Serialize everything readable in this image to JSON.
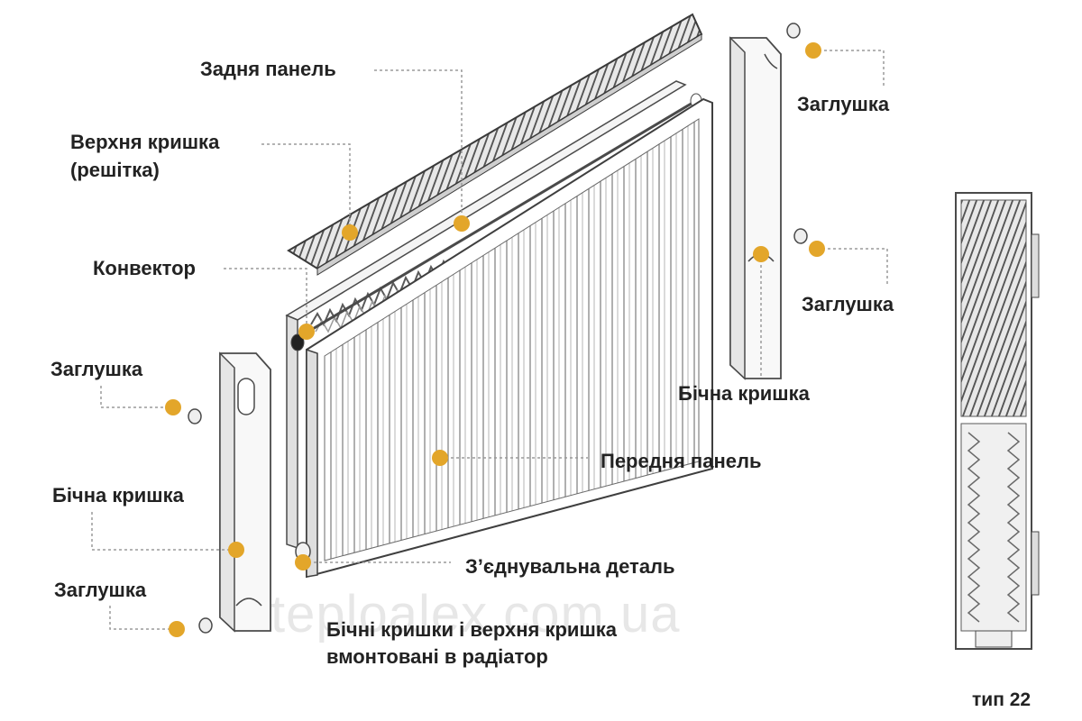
{
  "labels": {
    "back_panel": "Задня панель",
    "top_cover_line1": "Верхня кришка",
    "top_cover_line2": "(решітка)",
    "convector": "Конвектор",
    "plug_left_top": "Заглушка",
    "side_cover_left": "Бічна кришка",
    "plug_left_bottom": "Заглушка",
    "plug_right_top": "Заглушка",
    "plug_right_middle": "Заглушка",
    "side_cover_right": "Бічна кришка",
    "front_panel": "Передня панель",
    "connector": "З’єднувальна деталь",
    "note_line1": "Бічні кришки і верхня кришка",
    "note_line2": "вмонтовані в радіатор",
    "type": "тип 22"
  },
  "watermark": "teploalex.com.ua",
  "colors": {
    "marker": "#E3A62A",
    "leader": "#9a9a9a",
    "outline": "#4a4a4a",
    "label": "#222222"
  }
}
